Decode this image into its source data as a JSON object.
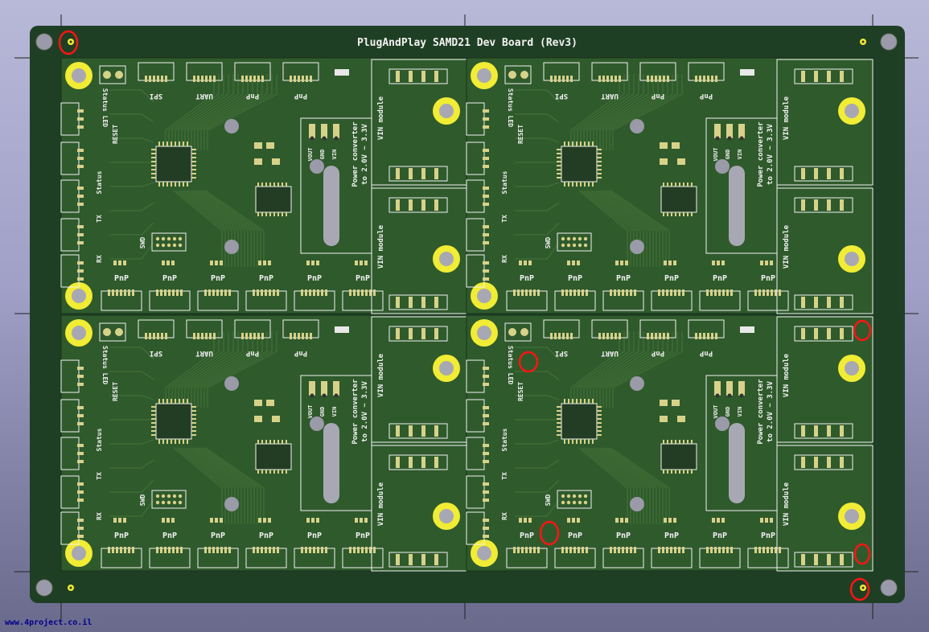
{
  "board": {
    "title": "PlugAndPlay SAMD21 Dev Board (Rev3)",
    "colors": {
      "background_top": "#b8b8d8",
      "pcb": "#1f3f24",
      "copper": "#2f5a2c",
      "trace": "#3f6d35",
      "silkscreen": "#f2f2f2",
      "pad": "#d7d28a",
      "mount_hole": "#f1ec34",
      "annotation_circle": "#ff1414",
      "crop_line": "#202020"
    }
  },
  "panel_labels": {
    "header_spi": "SPI",
    "header_uart": "UART",
    "header_pnp": "PnP",
    "status_led": "Status LED",
    "reset": "RESET",
    "status": "Status",
    "tx": "TX",
    "rx": "RX",
    "swd": "SWD",
    "vout": "VOUT",
    "gnd": "GND",
    "vin": "VIN",
    "power_converter_line1": "Power converter",
    "power_converter_line2": "to 2.0V ~ 3.3V",
    "vin_module": "VIN module",
    "pnp_bottom": "PnP"
  },
  "footer": {
    "url": "www.4project.co.il"
  }
}
